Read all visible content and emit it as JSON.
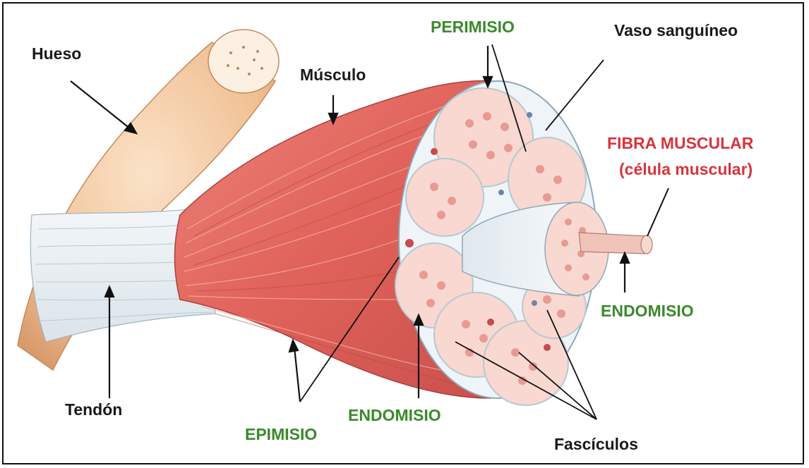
{
  "labels": {
    "hueso": "Hueso",
    "musculo": "Músculo",
    "perimisio": "PERIMISIO",
    "vaso": "Vaso sanguíneo",
    "fibra_line1": "FIBRA MUSCULAR",
    "fibra_line2": "(célula muscular)",
    "endomisio_right": "ENDOMISIO",
    "tendon": "Tendón",
    "epimisio": "EPIMISIO",
    "endomisio_bottom": "ENDOMISIO",
    "fasciculos": "Fascículos"
  },
  "colors": {
    "label_black": "#1a1a1a",
    "label_green": "#3a8a2c",
    "label_red": "#d8343c",
    "muscle": "#e0605a",
    "muscle_light": "#f2a49c",
    "tendon": "#e8eef2",
    "bone": "#f2c8a0",
    "fascicle_fill": "#f8d8d0",
    "fiber_dot": "#e89a94"
  },
  "icons": [
    "hueso-pointer-arrow",
    "musculo-pointer-arrow",
    "leader-lines"
  ]
}
